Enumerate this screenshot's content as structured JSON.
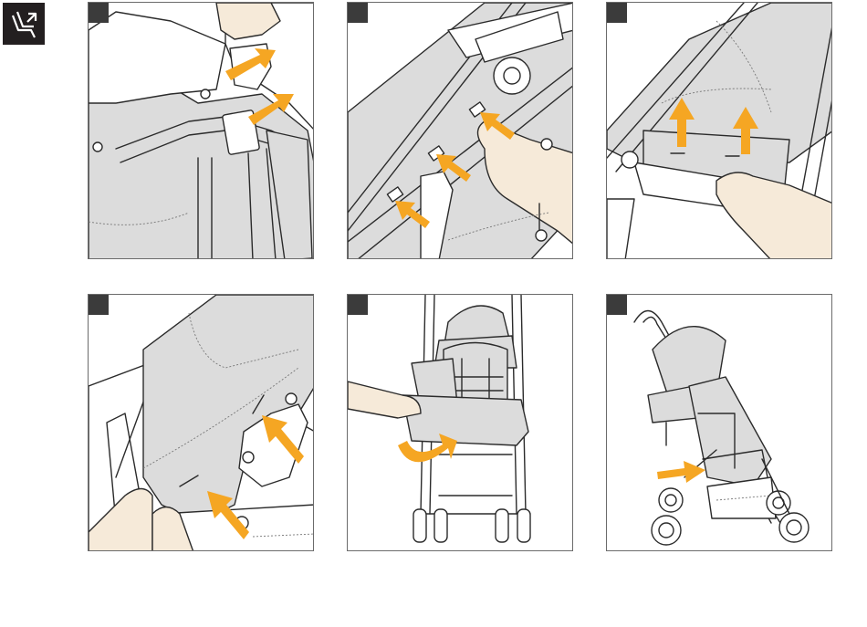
{
  "colors": {
    "arrow": "#f5a623",
    "badge": "#3b3b3b",
    "fabric": "#dcdcdc",
    "skin": "#f6ead9",
    "logo_bg": "#231f20"
  },
  "icons": {
    "logo": "seat-recline-icon"
  },
  "steps": [
    {
      "id": "step-1",
      "content": "unbuckle-shoulder-pads"
    },
    {
      "id": "step-2",
      "content": "release-seat-clips"
    },
    {
      "id": "step-3",
      "content": "pull-seat-fabric-up"
    },
    {
      "id": "step-4",
      "content": "press-fabric-into-frame"
    },
    {
      "id": "step-5",
      "content": "fold-footrest-cover"
    },
    {
      "id": "step-6",
      "content": "attach-at-lower-frame"
    }
  ]
}
